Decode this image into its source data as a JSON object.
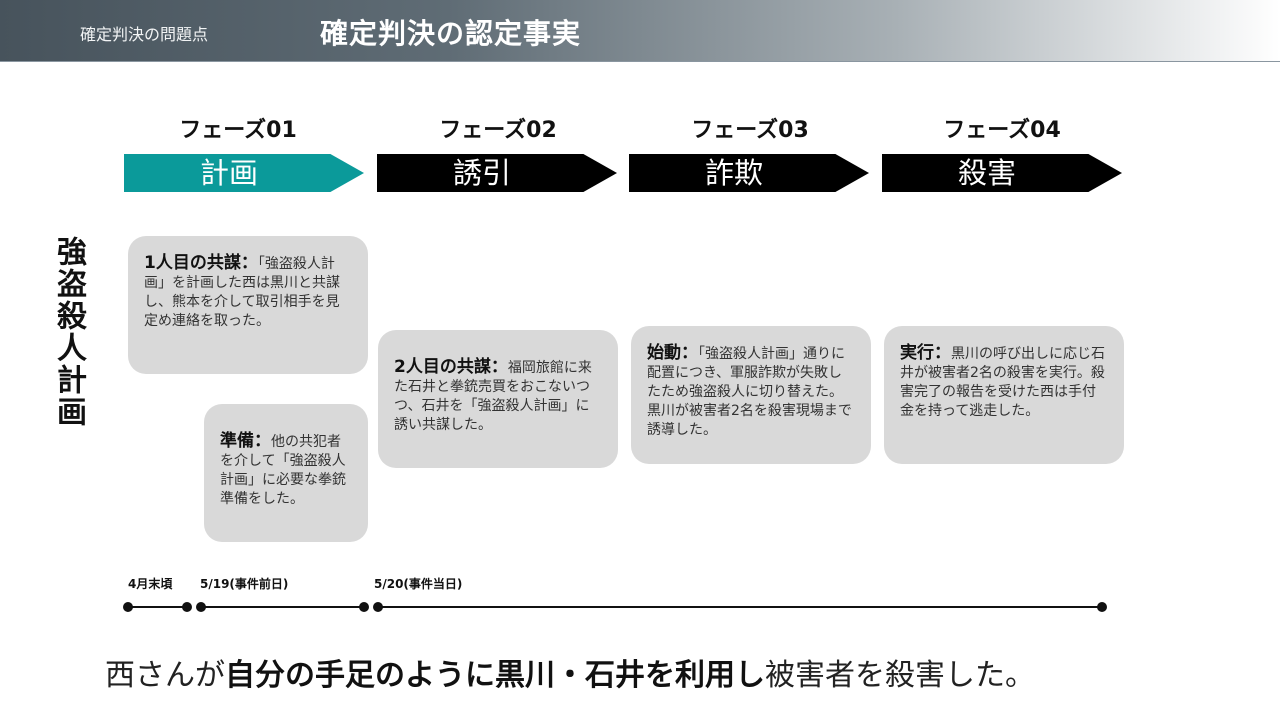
{
  "header": {
    "crumb": "確定判決の問題点",
    "title": "確定判決の認定事実"
  },
  "phases": [
    {
      "label": "フェーズ01",
      "name": "計画",
      "color": "#0b9a9a"
    },
    {
      "label": "フェーズ02",
      "name": "誘引",
      "color": "#000000"
    },
    {
      "label": "フェーズ03",
      "name": "詐欺",
      "color": "#000000"
    },
    {
      "label": "フェーズ04",
      "name": "殺害",
      "color": "#000000"
    }
  ],
  "side_title": "強盗殺人計画",
  "cards": [
    {
      "head": "1人目の共謀：",
      "body": "「強盗殺人計画」を計画した西は黒川と共謀し、熊本を介して取引相手を見定め連絡を取った。"
    },
    {
      "head": "準備：",
      "body": "他の共犯者を介して「強盗殺人計画」に必要な拳銃準備をした。"
    },
    {
      "head": "2人目の共謀：",
      "body": "福岡旅館に来た石井と拳銃売買をおこないつつ、石井を「強盗殺人計画」に誘い共謀した。"
    },
    {
      "head": "始動：",
      "body": "「強盗殺人計画」通りに配置につき、軍服詐欺が失敗したため強盗殺人に切り替えた。黒川が被害者2名を殺害現場まで誘導した。"
    },
    {
      "head": "実行：",
      "body": "黒川の呼び出しに応じ石井が被害者2名の殺害を実行。殺害完了の報告を受けた西は手付金を持って逃走した。"
    }
  ],
  "timeline": {
    "labels": [
      "4月末頃",
      "5/19(事件前日)",
      "5/20(事件当日)"
    ]
  },
  "summary": {
    "prefix": "西さんが",
    "emphasis": "自分の手足のように黒川・石井を利用し",
    "suffix": "被害者を殺害した。"
  }
}
